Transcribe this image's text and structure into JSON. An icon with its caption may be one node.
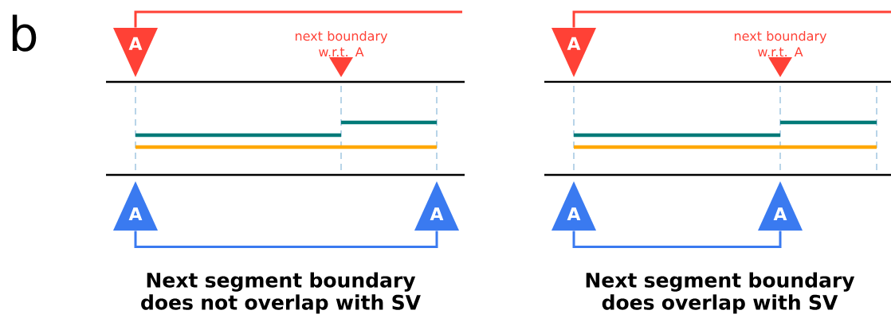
{
  "diagram": {
    "nodes": [
      {
        "text": [
          "A"
        ]
      },
      {
        "text": [],
        "shape": "triangle",
        "beside": [
          "next boundary w.r.t. A"
        ]
      },
      {
        "text": [
          "A"
        ]
      },
      {
        "text": [
          "A"
        ]
      },
      {
        "text": [
          "A"
        ]
      },
      {
        "text": [],
        "shape": "triangle",
        "beside": [
          "next boundary w.r.t. A"
        ]
      },
      {
        "text": [
          "A"
        ]
      },
      {
        "text": [
          "A"
        ]
      }
    ],
    "edges": [
      {
        "from": 0,
        "to": null,
        "arrow": "none",
        "color": "#ff4136"
      },
      {
        "from": 2,
        "to": 3,
        "arrow": "none",
        "color": "#3a7af0"
      },
      {
        "from": 4,
        "to": null,
        "arrow": "none",
        "color": "#ff4136"
      },
      {
        "from": 6,
        "to": 7,
        "arrow": "none",
        "color": "#3a7af0"
      }
    ],
    "labels": [
      "b",
      "Next segment boundary does not overlap with SV",
      "Next segment boundary does overlap with SV"
    ]
  }
}
